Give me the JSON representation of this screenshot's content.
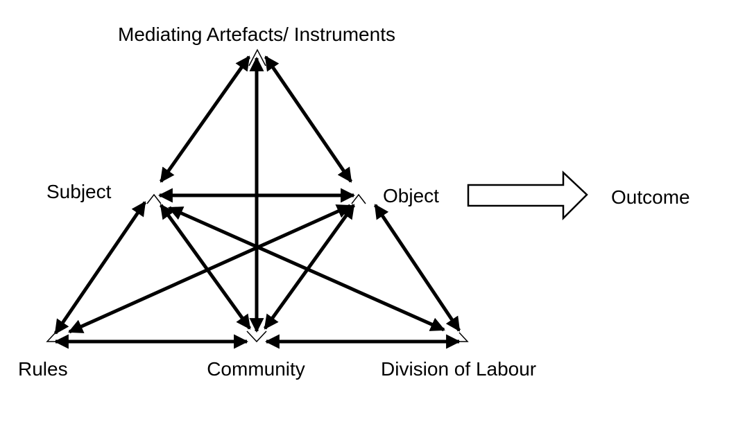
{
  "diagram": {
    "nodes": {
      "mediating_artefacts": "Mediating Artefacts/ Instruments",
      "subject": "Subject",
      "object": "Object",
      "outcome": "Outcome",
      "rules": "Rules",
      "community": "Community",
      "division_of_labour": "Division of Labour"
    },
    "colors": {
      "stroke": "#000000",
      "background": "#ffffff"
    }
  }
}
